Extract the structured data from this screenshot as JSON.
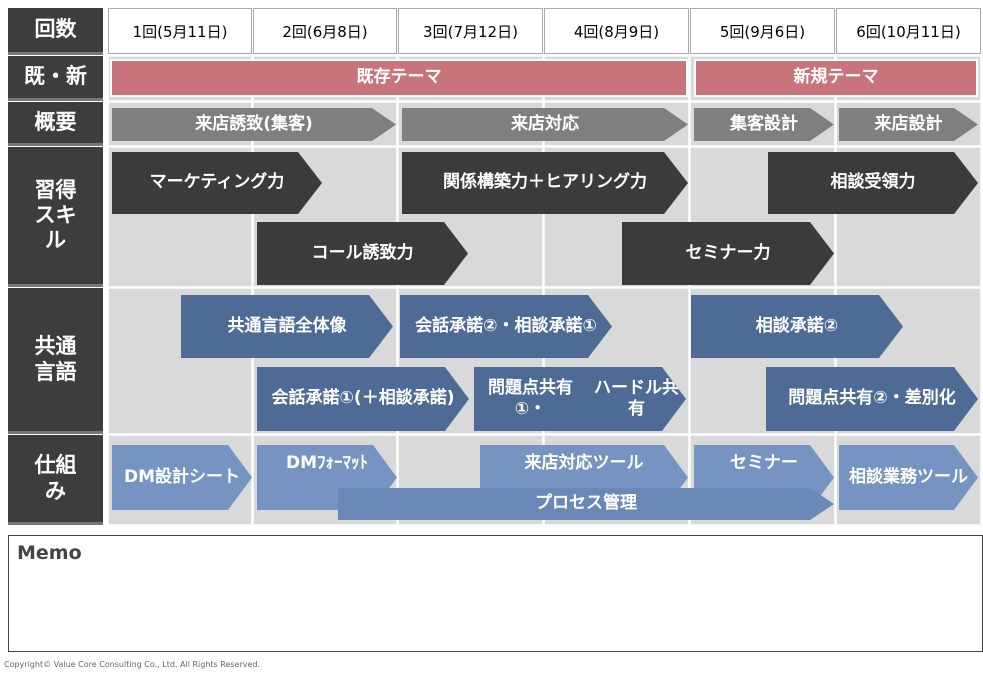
{
  "row_headers": {
    "sessions": "回数",
    "status": "既・新",
    "overview": "概要",
    "skills": "習得スキル",
    "language": "共通言語",
    "system": "仕組み"
  },
  "sessions": [
    "1回(5月11日)",
    "2回(6月8日)",
    "3回(7月12日)",
    "4回(8月9日)",
    "5回(9月6日)",
    "6回(10月11日)"
  ],
  "status": {
    "existing": "既存テーマ",
    "new": "新規テーマ"
  },
  "overview": {
    "a": "来店誘致(集客)",
    "b": "来店対応",
    "c": "集客設計",
    "d": "来店設計"
  },
  "skills": {
    "marketing": "マーケティング力",
    "relationship": "関係構築力＋ヒアリング力",
    "consult_receive": "相談受領力",
    "call": "コール誘致力",
    "seminar": "セミナー力"
  },
  "language": {
    "common_l1": "共通言語",
    "common_l2": "全体像",
    "talk2_l1": "会話承諾②・",
    "talk2_l2": "相談承諾①",
    "consult2": "相談承諾②",
    "talk1_l1": "会話承諾①",
    "talk1_l2": "(＋相談承諾)",
    "issue1_l1": "問題点共有①・",
    "issue1_l2": "ハードル共有",
    "issue2_l1": "問題点共有②・",
    "issue2_l2": "差別化"
  },
  "system": {
    "dm_sheet_l1": "DM設計",
    "dm_sheet_l2": "シート",
    "dm_format": "DMﾌｫｰﾏｯﾄ",
    "store_tool": "来店対応ツール",
    "seminar": "セミナー",
    "consult_tool_l1": "相談業務",
    "consult_tool_l2": "ツール",
    "process": "プロセス管理"
  },
  "memo_label": "Memo",
  "copyright": "Copyright© Value Core Consulting Co., Ltd.  All Rights Reserved.",
  "colors": {
    "header_dark": "#3d3d3d",
    "cell_grey": "#d9d9d9",
    "theme_pink": "#c8747a",
    "overview_grey": "#7f7f7f",
    "skill_dark": "#3b3b3b",
    "language_blue": "#4e6b95",
    "system_blue": "#7694c2"
  }
}
